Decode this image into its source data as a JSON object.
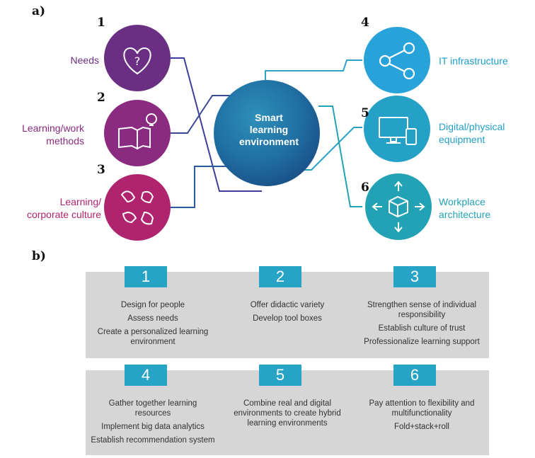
{
  "part_a": {
    "label": "a)",
    "center": "Smart\nlearning\nenvironment",
    "left_items": [
      {
        "number": "1",
        "label": "Needs",
        "color": "#6a2e83",
        "icon": "heart-question-icon"
      },
      {
        "number": "2",
        "label": "Learning/work\nmethods",
        "color": "#8a2a80",
        "icon": "book-lightbulb-icon"
      },
      {
        "number": "3",
        "label": "Learning/\ncorporate culture",
        "color": "#b0246f",
        "icon": "hands-icon"
      }
    ],
    "right_items": [
      {
        "number": "4",
        "label": "IT infrastructure",
        "color": "#27a3d9",
        "icon": "share-network-icon"
      },
      {
        "number": "5",
        "label": "Digital/physical\nequipment",
        "color": "#25a0c7",
        "icon": "devices-icon"
      },
      {
        "number": "6",
        "label": "Workplace\narchitecture",
        "color": "#23a2b5",
        "icon": "cube-arrows-icon"
      }
    ]
  },
  "part_b": {
    "label": "b)",
    "boxes": [
      {
        "number": "1",
        "items": [
          "Design for people",
          "Assess needs",
          "Create a personalized learning environment"
        ]
      },
      {
        "number": "2",
        "items": [
          "Offer didactic variety",
          "Develop tool boxes"
        ]
      },
      {
        "number": "3",
        "items": [
          "Strengthen sense of individual responsibility",
          "Establish culture of trust",
          "Professionalize learning support"
        ]
      },
      {
        "number": "4",
        "items": [
          "Gather together learning resources",
          "Implement big data analytics",
          "Establish recommendation system"
        ]
      },
      {
        "number": "5",
        "items": [
          "Combine real and digital environments to create hybrid learning environments"
        ]
      },
      {
        "number": "6",
        "items": [
          "Pay attention to flexibility and multifunctionality",
          "Fold+stack+roll"
        ]
      }
    ]
  }
}
